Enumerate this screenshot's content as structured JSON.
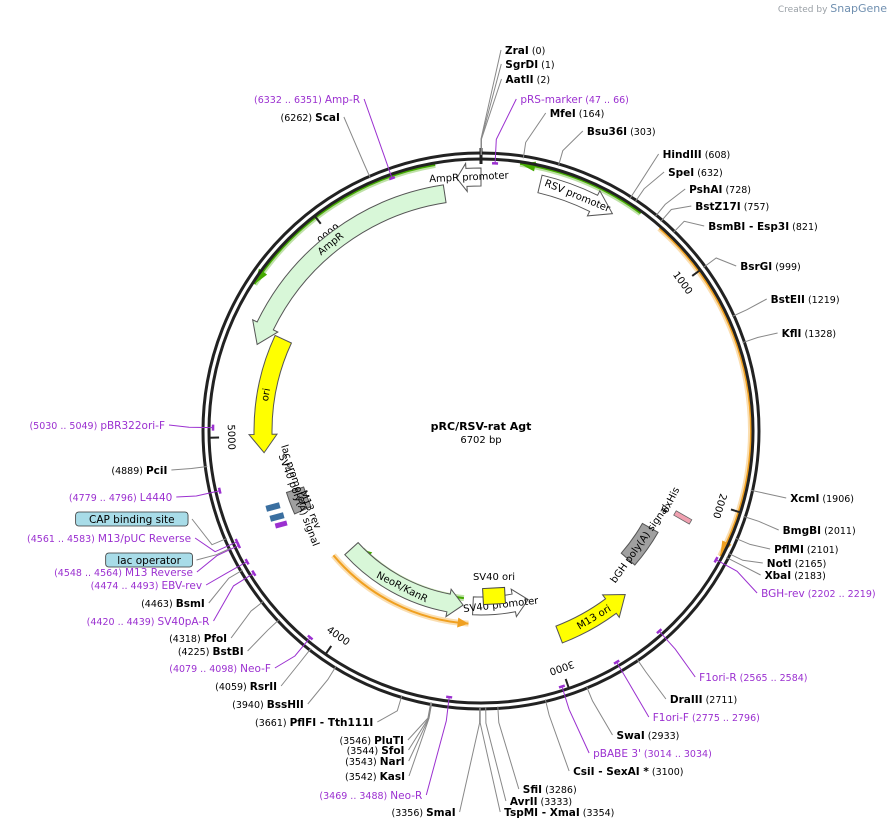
{
  "credit": {
    "prefix": "Created by",
    "brand": "SnapGene"
  },
  "plasmid": {
    "name": "pRC/RSV-rat Agt",
    "size_label": "6702 bp",
    "length": 6702
  },
  "colors": {
    "backbone": "#222222",
    "enzyme_line": "#888888",
    "primer": "#9b30d0",
    "promoter_fill": "#ffffff",
    "amp_fill": "#d8f7d8",
    "ori_fill": "#ffff00",
    "polyA_fill": "#a0a0a0",
    "orange_arc": "#f0a020",
    "green_arc": "#44aa00",
    "tag_fill": "#f0a0b0",
    "site_fill": "#a8dce8"
  },
  "ticks": [
    {
      "pos": 1000,
      "label": "1000"
    },
    {
      "pos": 2000,
      "label": "2000"
    },
    {
      "pos": 3000,
      "label": "3000"
    },
    {
      "pos": 4000,
      "label": "4000"
    },
    {
      "pos": 5000,
      "label": "5000"
    },
    {
      "pos": 6000,
      "label": "6000"
    }
  ],
  "features": [
    {
      "name": "RSV promoter",
      "start": 250,
      "end": 580,
      "dir": 1,
      "type": "promoter",
      "r": 254
    },
    {
      "name": "AmpR promoter",
      "start": 6600,
      "end": 6702,
      "dir": -1,
      "type": "promoter",
      "r": 254
    },
    {
      "name": "AmpR",
      "start": 5420,
      "end": 6540,
      "dir": -1,
      "type": "amp",
      "r": 240
    },
    {
      "name": "ori",
      "start": 4920,
      "end": 5490,
      "dir": -1,
      "type": "ori",
      "r": 218
    },
    {
      "name": "M13 ori",
      "start": 2580,
      "end": 2960,
      "dir": -1,
      "type": "ori",
      "r": 218
    },
    {
      "name": "bGH poly(A) signal",
      "start": 2230,
      "end": 2440,
      "dir": 0,
      "type": "polyA",
      "r": 195
    },
    {
      "name": "SV40 poly(A) signal",
      "start": 4580,
      "end": 4700,
      "dir": 0,
      "type": "polyA",
      "r": 195
    },
    {
      "name": "SV40 promoter",
      "start": 3060,
      "end": 3400,
      "dir": -1,
      "type": "promoter",
      "r": 175
    },
    {
      "name": "NeoR/KanR",
      "start": 3460,
      "end": 4240,
      "dir": -1,
      "type": "amp",
      "r": 175
    }
  ],
  "feature_labels": {
    "rsv": "RSV promoter",
    "ampr_promoter": "AmpR promoter",
    "ampr": "AmpR",
    "ori": "ori",
    "m13ori": "M13 ori",
    "bgh": "bGH poly(A) signal",
    "sv40pa": "SV40 poly(A) signal",
    "sv40prom": "SV40 promoter",
    "neor": "NeoR/KanR",
    "sv40ori": "SV40 ori",
    "his": "6xHis",
    "lacprom": "lac promoter",
    "m13rev": "M13 rev"
  },
  "arcs": [
    {
      "kind": "green",
      "start": 155,
      "end": 675,
      "dir": -1,
      "r": 270
    },
    {
      "kind": "orange",
      "start": 770,
      "end": 2190,
      "dir": 1,
      "r": 270
    },
    {
      "kind": "green",
      "start": 5640,
      "end": 6520,
      "dir": -1,
      "r": 270
    },
    {
      "kind": "orange",
      "start": 3420,
      "end": 4280,
      "dir": -1,
      "r": 193
    },
    {
      "kind": "green",
      "start": 3460,
      "end": 4190,
      "dir": 1,
      "r": 168
    }
  ],
  "labels_right": [
    {
      "id": "zrai",
      "pos": 0,
      "name": "ZraI",
      "coord": "(0)",
      "primer": false
    },
    {
      "id": "sgrdi",
      "pos": 1,
      "name": "SgrDI",
      "coord": "(1)",
      "primer": false
    },
    {
      "id": "aatii",
      "pos": 2,
      "name": "AatII",
      "coord": "(2)",
      "primer": false
    },
    {
      "id": "prsmarker",
      "pos": 56,
      "name": "pRS-marker",
      "coord": "(47 .. 66)",
      "primer": true
    },
    {
      "id": "mfei",
      "pos": 164,
      "name": "MfeI",
      "coord": "(164)",
      "primer": false
    },
    {
      "id": "bsu36i",
      "pos": 303,
      "name": "Bsu36I",
      "coord": "(303)",
      "primer": false
    },
    {
      "id": "hindiii",
      "pos": 608,
      "name": "HindIII",
      "coord": "(608)",
      "primer": false
    },
    {
      "id": "spei",
      "pos": 632,
      "name": "SpeI",
      "coord": "(632)",
      "primer": false
    },
    {
      "id": "pshai",
      "pos": 728,
      "name": "PshAI",
      "coord": "(728)",
      "primer": false
    },
    {
      "id": "bstz17i",
      "pos": 757,
      "name": "BstZ17I",
      "coord": "(757)",
      "primer": false
    },
    {
      "id": "bsmbi",
      "pos": 821,
      "name": "BsmBI  - Esp3I",
      "coord": "(821)",
      "primer": false
    },
    {
      "id": "bsrgi",
      "pos": 999,
      "name": "BsrGI",
      "coord": "(999)",
      "primer": false
    },
    {
      "id": "bsteii",
      "pos": 1219,
      "name": "BstEII",
      "coord": "(1219)",
      "primer": false
    },
    {
      "id": "kfli",
      "pos": 1328,
      "name": "KflI",
      "coord": "(1328)",
      "primer": false
    },
    {
      "id": "xcmi",
      "pos": 1906,
      "name": "XcmI",
      "coord": "(1906)",
      "primer": false
    },
    {
      "id": "bmgbi",
      "pos": 2011,
      "name": "BmgBI",
      "coord": "(2011)",
      "primer": false
    },
    {
      "id": "pflmi",
      "pos": 2101,
      "name": "PflMI",
      "coord": "(2101)",
      "primer": false
    },
    {
      "id": "noti",
      "pos": 2165,
      "name": "NotI",
      "coord": "(2165)",
      "primer": false
    },
    {
      "id": "xbai",
      "pos": 2183,
      "name": "XbaI",
      "coord": "(2183)",
      "primer": false
    },
    {
      "id": "bghrev",
      "pos": 2210,
      "name": "BGH-rev",
      "coord": "(2202 .. 2219)",
      "primer": true
    },
    {
      "id": "f1orir",
      "pos": 2575,
      "name": "F1ori-R",
      "coord": "(2565 .. 2584)",
      "primer": true
    },
    {
      "id": "draiii",
      "pos": 2711,
      "name": "DraIII",
      "coord": "(2711)",
      "primer": false
    },
    {
      "id": "f1orif",
      "pos": 2785,
      "name": "F1ori-F",
      "coord": "(2775 .. 2796)",
      "primer": true
    },
    {
      "id": "swai",
      "pos": 2933,
      "name": "SwaI",
      "coord": "(2933)",
      "primer": false
    },
    {
      "id": "pbabe3",
      "pos": 3024,
      "name": "pBABE 3'",
      "coord": "(3014 .. 3034)",
      "primer": true
    },
    {
      "id": "csii",
      "pos": 3100,
      "name": "CsiI  - SexAI *",
      "coord": "(3100)",
      "primer": false
    },
    {
      "id": "sfii",
      "pos": 3286,
      "name": "SfiI",
      "coord": "(3286)",
      "primer": false
    },
    {
      "id": "avrii",
      "pos": 3333,
      "name": "AvrII",
      "coord": "(3333)",
      "primer": false
    },
    {
      "id": "tspmi",
      "pos": 3354,
      "name": "TspMI  - XmaI",
      "coord": "(3354)",
      "primer": false
    }
  ],
  "labels_left": [
    {
      "id": "smai",
      "pos": 3356,
      "name": "SmaI",
      "coord": "(3356)",
      "primer": false
    },
    {
      "id": "neor_p",
      "pos": 3478,
      "name": "Neo-R",
      "coord": "(3469 .. 3488)",
      "primer": true
    },
    {
      "id": "kasi",
      "pos": 3542,
      "name": "KasI",
      "coord": "(3542)",
      "primer": false
    },
    {
      "id": "nari",
      "pos": 3543,
      "name": "NarI",
      "coord": "(3543)",
      "primer": false
    },
    {
      "id": "sfoi",
      "pos": 3544,
      "name": "SfoI",
      "coord": "(3544)",
      "primer": false
    },
    {
      "id": "pluti",
      "pos": 3546,
      "name": "PluTI",
      "coord": "(3546)",
      "primer": false
    },
    {
      "id": "pflfi",
      "pos": 3661,
      "name": "PflFI  - Tth111I",
      "coord": "(3661)",
      "primer": false
    },
    {
      "id": "bsshii",
      "pos": 3940,
      "name": "BssHII",
      "coord": "(3940)",
      "primer": false
    },
    {
      "id": "rsrii",
      "pos": 4059,
      "name": "RsrII",
      "coord": "(4059)",
      "primer": false
    },
    {
      "id": "neof",
      "pos": 4088,
      "name": "Neo-F",
      "coord": "(4079 .. 4098)",
      "primer": true
    },
    {
      "id": "bstbi",
      "pos": 4225,
      "name": "BstBI",
      "coord": "(4225)",
      "primer": false
    },
    {
      "id": "pfoi",
      "pos": 4318,
      "name": "PfoI",
      "coord": "(4318)",
      "primer": false
    },
    {
      "id": "sv40par",
      "pos": 4430,
      "name": "SV40pA-R",
      "coord": "(4420 .. 4439)",
      "primer": true
    },
    {
      "id": "bsmi",
      "pos": 4463,
      "name": "BsmI",
      "coord": "(4463)",
      "primer": false
    },
    {
      "id": "ebvrev",
      "pos": 4483,
      "name": "EBV-rev",
      "coord": "(4474 .. 4493)",
      "primer": true
    },
    {
      "id": "m13reverse",
      "pos": 4556,
      "name": "M13 Reverse",
      "coord": "(4548 .. 4564)",
      "primer": true
    },
    {
      "id": "lacop",
      "pos": 4560,
      "name": "lac operator",
      "coord": "",
      "primer": false,
      "box": true
    },
    {
      "id": "m13puc",
      "pos": 4572,
      "name": "M13/pUC Reverse",
      "coord": "(4561 .. 4583)",
      "primer": true
    },
    {
      "id": "cap",
      "pos": 4600,
      "name": "CAP binding site",
      "coord": "",
      "primer": false,
      "box": true
    },
    {
      "id": "l4440",
      "pos": 4787,
      "name": "L4440",
      "coord": "(4779 .. 4796)",
      "primer": true
    },
    {
      "id": "pcii",
      "pos": 4889,
      "name": "PciI",
      "coord": "(4889)",
      "primer": false
    },
    {
      "id": "pbr322",
      "pos": 5040,
      "name": "pBR322ori-F",
      "coord": "(5030 .. 5049)",
      "primer": true
    },
    {
      "id": "scai",
      "pos": 6262,
      "name": "ScaI",
      "coord": "(6262)",
      "primer": false
    },
    {
      "id": "ampr_p",
      "pos": 6341,
      "name": "Amp-R",
      "coord": "(6332 .. 6351)",
      "primer": true
    }
  ]
}
